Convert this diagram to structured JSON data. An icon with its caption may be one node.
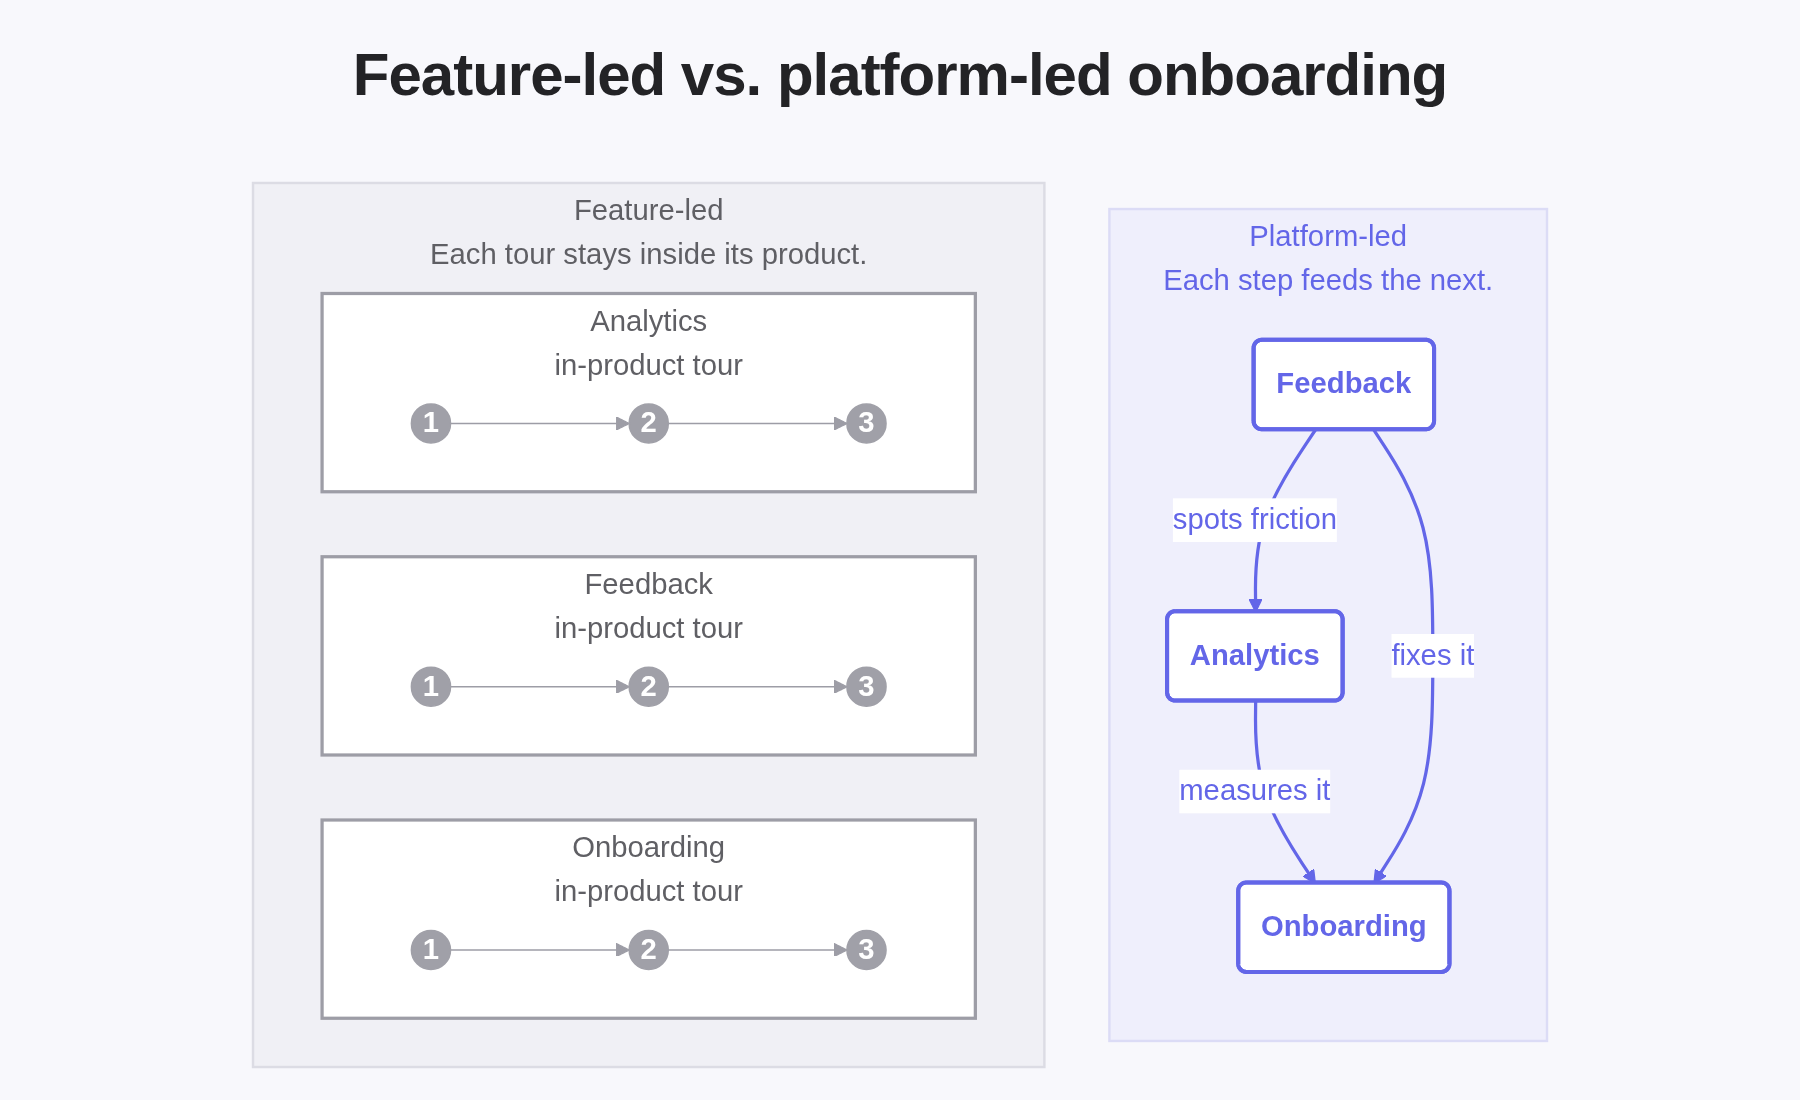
{
  "diagram": {
    "title": "Feature-led vs. platform-led onboarding",
    "nodes": [
      {
        "text": [
          "Feature-led",
          "Each tour stays inside its product."
        ]
      },
      {
        "text": [
          "Analytics",
          "in-product tour"
        ],
        "in": 0
      },
      {
        "text": [
          "1"
        ],
        "in": 1
      },
      {
        "text": [
          "2"
        ],
        "in": 1
      },
      {
        "text": [
          "3"
        ],
        "in": 1
      },
      {
        "text": [
          "Feedback",
          "in-product tour"
        ],
        "in": 0
      },
      {
        "text": [
          "1"
        ],
        "in": 5
      },
      {
        "text": [
          "2"
        ],
        "in": 5
      },
      {
        "text": [
          "3"
        ],
        "in": 5
      },
      {
        "text": [
          "Onboarding",
          "in-product tour"
        ],
        "in": 0
      },
      {
        "text": [
          "1"
        ],
        "in": 9
      },
      {
        "text": [
          "2"
        ],
        "in": 9
      },
      {
        "text": [
          "3"
        ],
        "in": 9
      },
      {
        "text": [
          "Platform-led",
          "Each step feeds the next."
        ]
      },
      {
        "text": [
          "Feedback"
        ],
        "in": 13
      },
      {
        "text": [
          "Analytics"
        ],
        "in": 13
      },
      {
        "text": [
          "Onboarding"
        ],
        "in": 13
      }
    ],
    "edges": [
      {
        "from": 2,
        "to": 3,
        "arrow": "to"
      },
      {
        "from": 3,
        "to": 4,
        "arrow": "to"
      },
      {
        "from": 6,
        "to": 7,
        "arrow": "to"
      },
      {
        "from": 7,
        "to": 8,
        "arrow": "to"
      },
      {
        "from": 10,
        "to": 11,
        "arrow": "to"
      },
      {
        "from": 11,
        "to": 12,
        "arrow": "to"
      },
      {
        "from": 14,
        "to": 15,
        "arrow": "to",
        "label": "spots friction",
        "color": "#6366e8"
      },
      {
        "from": 15,
        "to": 16,
        "arrow": "to",
        "label": "measures it",
        "color": "#6366e8"
      },
      {
        "from": 14,
        "to": 16,
        "arrow": "to",
        "label": "fixes it",
        "color": "#6366e8"
      }
    ]
  }
}
